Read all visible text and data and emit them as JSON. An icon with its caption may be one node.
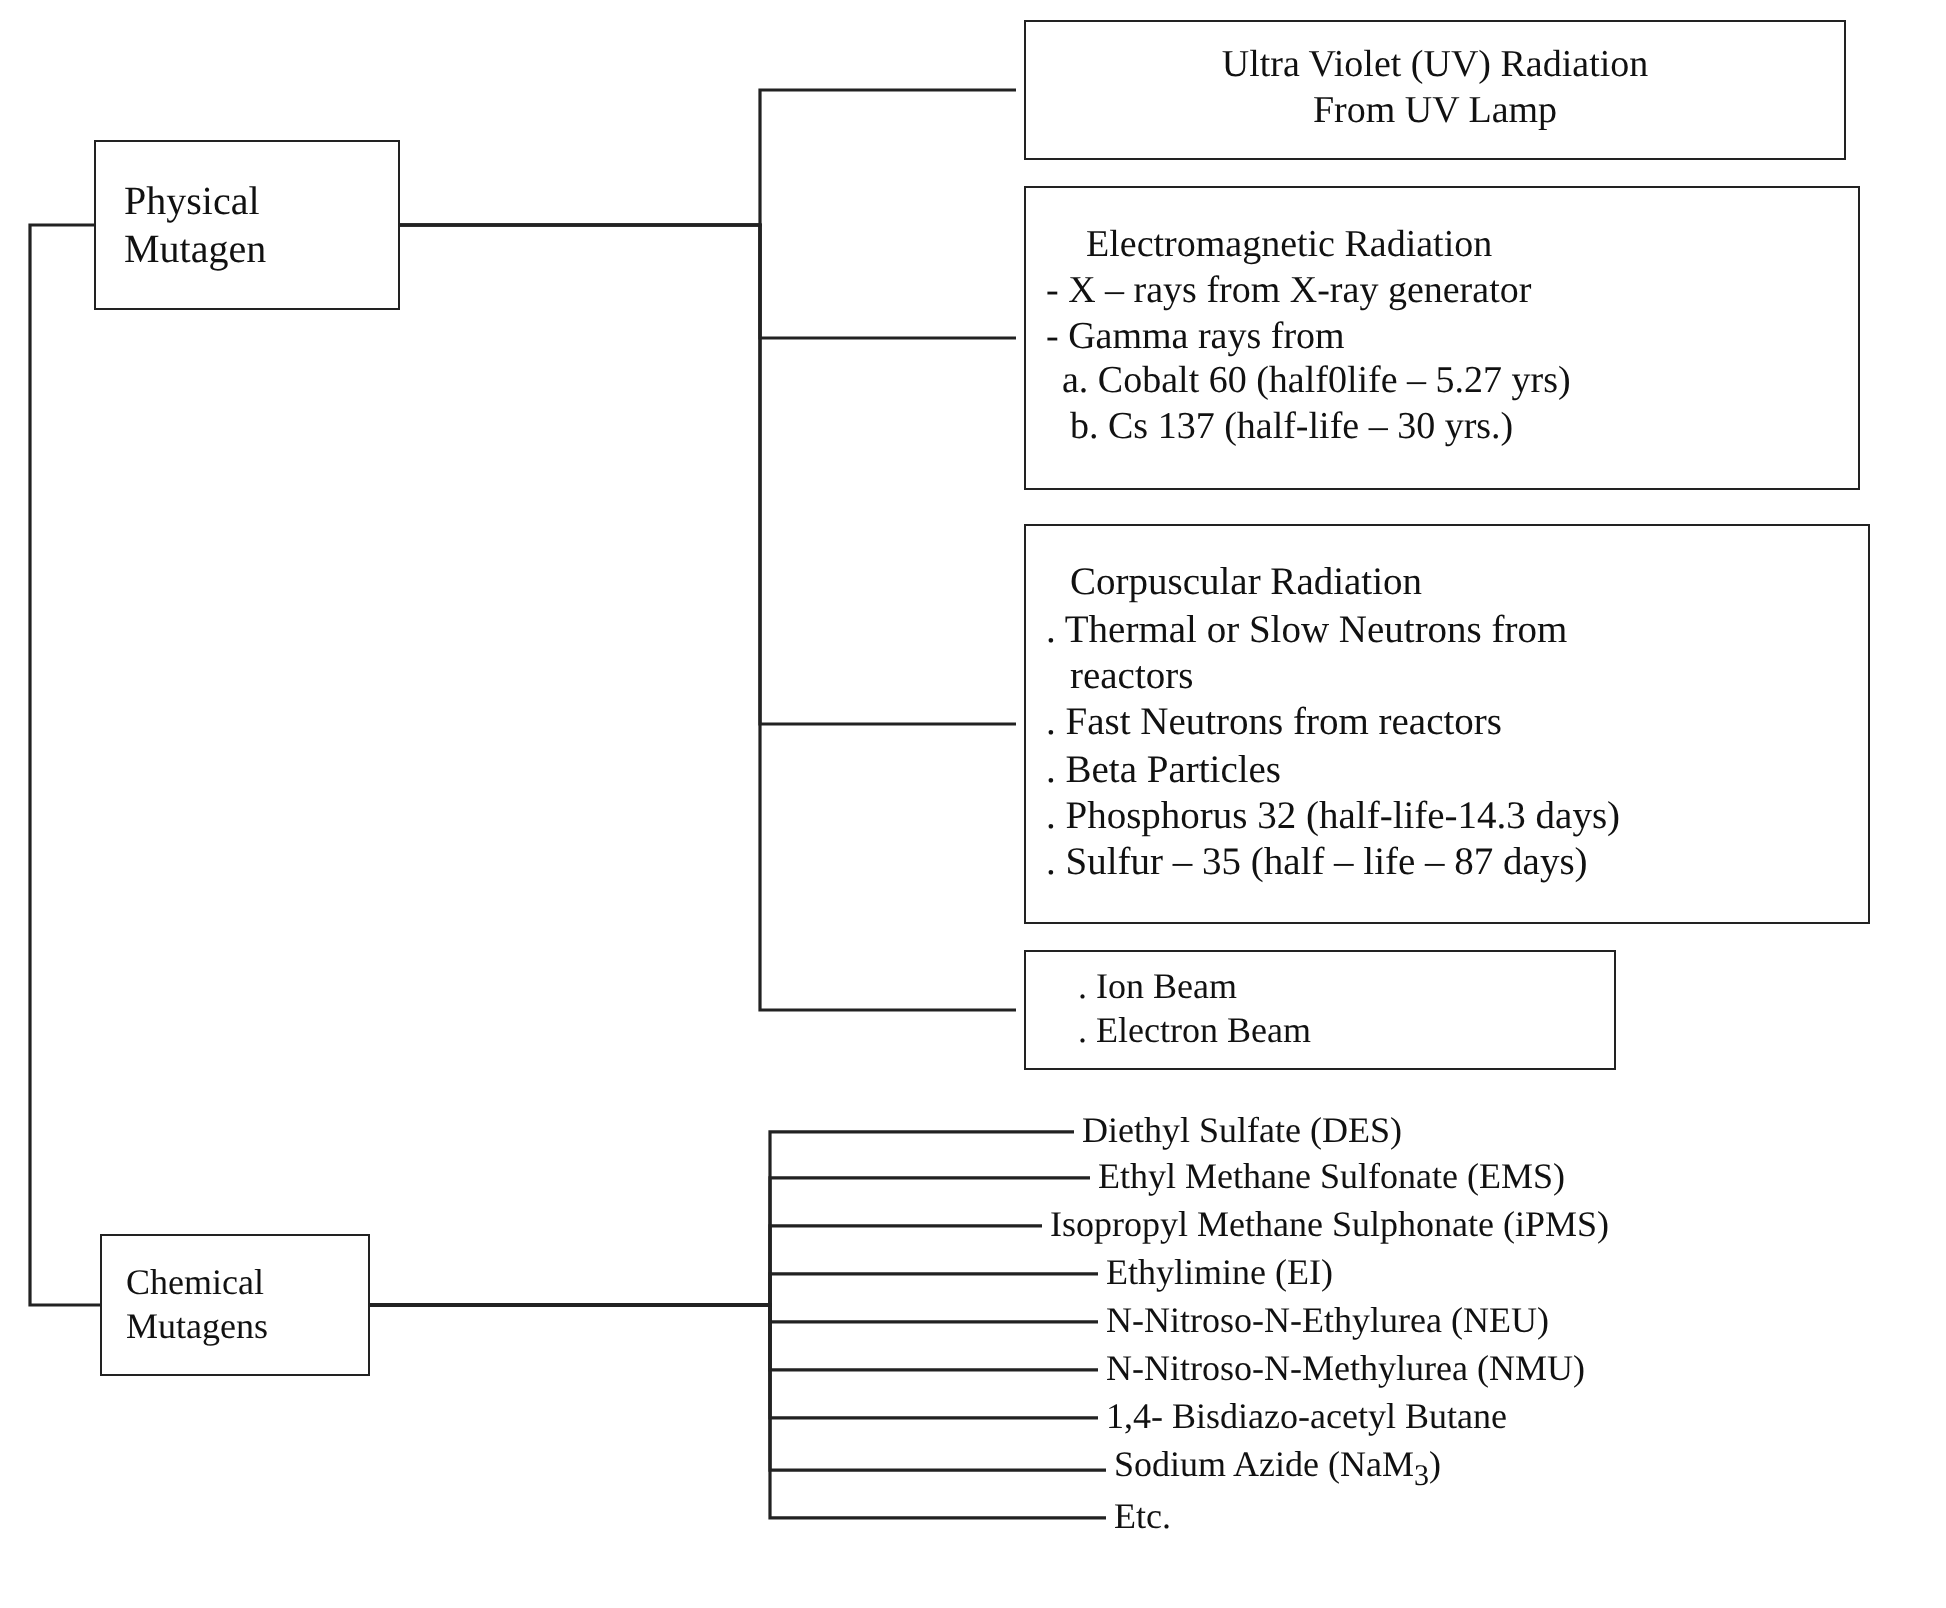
{
  "diagram": {
    "nodes": [
      {
        "text": [
          "Physical Mutagen"
        ]
      },
      {
        "text": [
          "Chemical Mutagens"
        ]
      },
      {
        "text": [
          "Ultra Violet (UV) Radiation From UV Lamp"
        ]
      },
      {
        "text": [
          "Electromagnetic Radiation",
          "- X – rays from X-ray generator",
          "- Gamma rays from",
          "a. Cobalt 60 (half0life – 5.27 yrs)",
          "b. Cs 137 (half-life – 30 yrs.)"
        ]
      },
      {
        "text": [
          "Corpuscular Radiation",
          ". Thermal or Slow Neutrons from reactors",
          ". Fast Neutrons from reactors",
          ". Beta Particles",
          ". Phosphorus 32 (half-life-14.3 days)",
          ". Sulfur – 35 (half – life – 87 days)"
        ]
      },
      {
        "text": [
          ". Ion Beam",
          ". Electron Beam"
        ]
      },
      {
        "text": [
          "Diethyl Sulfate (DES)"
        ]
      },
      {
        "text": [
          "Ethyl Methane Sulfonate (EMS)"
        ]
      },
      {
        "text": [
          "Isopropyl Methane Sulphonate (iPMS)"
        ]
      },
      {
        "text": [
          "Ethylimine (EI)"
        ]
      },
      {
        "text": [
          "N-Nitroso-N-Ethylurea (NEU)"
        ]
      },
      {
        "text": [
          "N-Nitroso-N-Methylurea (NMU)"
        ]
      },
      {
        "text": [
          "1,4- Bisdiazo-acetyl Butane"
        ]
      },
      {
        "text": [
          "Sodium Azide (NaM$_{3}$)"
        ]
      },
      {
        "text": [
          "Etc."
        ]
      }
    ],
    "edges": [
      {
        "from": 0,
        "to": 1,
        "arrow": "none"
      },
      {
        "from": 0,
        "to": 2,
        "arrow": "none"
      },
      {
        "from": 0,
        "to": 3,
        "arrow": "none"
      },
      {
        "from": 0,
        "to": 4,
        "arrow": "none"
      },
      {
        "from": 0,
        "to": 5,
        "arrow": "none"
      },
      {
        "from": 1,
        "to": 6,
        "arrow": "none"
      },
      {
        "from": 1,
        "to": 7,
        "arrow": "none"
      },
      {
        "from": 1,
        "to": 8,
        "arrow": "none"
      },
      {
        "from": 1,
        "to": 9,
        "arrow": "none"
      },
      {
        "from": 1,
        "to": 10,
        "arrow": "none"
      },
      {
        "from": 1,
        "to": 11,
        "arrow": "none"
      },
      {
        "from": 1,
        "to": 12,
        "arrow": "none"
      },
      {
        "from": 1,
        "to": 13,
        "arrow": "none"
      },
      {
        "from": 1,
        "to": 14,
        "arrow": "none"
      }
    ]
  }
}
